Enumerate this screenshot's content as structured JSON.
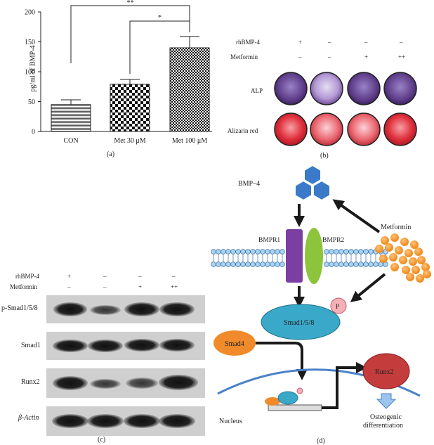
{
  "panel_a": {
    "caption": "(a)",
    "ylabel": "pg/ml of BMP-4",
    "significance": [
      "**",
      "*"
    ],
    "chart_data": {
      "type": "bar",
      "categories": [
        "CON",
        "Met 30 μM",
        "Met 100 μM"
      ],
      "values": [
        45,
        79,
        140
      ],
      "errors": [
        8,
        8,
        19
      ],
      "ylabel": "pg/ml of BMP-4",
      "ylim": [
        0,
        200
      ],
      "yticks": [
        0,
        50,
        100,
        150,
        200
      ]
    }
  },
  "panel_b": {
    "caption": "(b)",
    "row_labels": [
      "rhBMP-4",
      "Metformin"
    ],
    "rhbmp4": [
      "+",
      "–",
      "–",
      "–"
    ],
    "metformin": [
      "–",
      "–",
      "+",
      "++"
    ],
    "stains": [
      "ALP",
      "Alizarin red"
    ]
  },
  "panel_c": {
    "caption": "(c)",
    "row_labels": [
      "rhBMP-4",
      "Metformin"
    ],
    "rhbmp4": [
      "+",
      "–",
      "–",
      "–"
    ],
    "metformin": [
      "–",
      "–",
      "+",
      "++"
    ],
    "blots": [
      "p-Smad1/5/8",
      "Smad1",
      "Runx2",
      "β-Actin"
    ]
  },
  "panel_d": {
    "caption": "(d)",
    "bmp4": "BMP–4",
    "bmpr1": "BMPR1",
    "bmpr2": "BMPR2",
    "metformin": "Metformin",
    "p": "P",
    "smad158": "Smad1/5/8",
    "smad4": "Smad4",
    "runx2": "Runx2",
    "nucleus": "Nucleus",
    "osteo1": "Osteogenic",
    "osteo2": "differentiation"
  },
  "colors": {
    "alp": "#5b3a86",
    "alizarin": "#e0303c",
    "smad": "#3aa8c8",
    "smad4": "#f08a2a",
    "runx2": "#c43c3c",
    "receptor1": "#7a3fa0",
    "receptor2": "#8cc43c",
    "bmp": "#3a7ac8"
  }
}
